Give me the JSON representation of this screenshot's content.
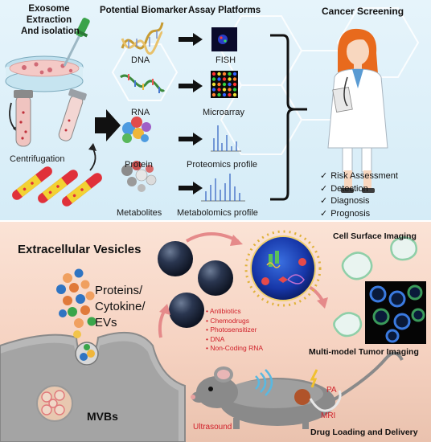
{
  "top": {
    "exosome_heading": [
      "Exosome",
      "Extraction",
      "And isolation"
    ],
    "centrifugation": "Centrifugation",
    "biomarker_heading": "Potential Biomarker",
    "assay_heading": "Assay Platforms",
    "screening_heading": "Cancer Screening",
    "biomarkers": [
      "DNA",
      "RNA",
      "Protein",
      "Metabolites"
    ],
    "assays": [
      "FISH",
      "Microarray",
      "Proteomics profile",
      "Metabolomics profile"
    ],
    "screening_steps": [
      "Risk Assessment",
      "Detection",
      "Diagnosis",
      "Prognosis"
    ]
  },
  "bottom": {
    "ev_heading": "Extracellular Vesicles",
    "cargo_label": [
      "Proteins/",
      "Cytokine/",
      "EVs"
    ],
    "mvbs": "MVBs",
    "loaded_cargo": [
      "Antibiotics",
      "Chemodrugs",
      "Photosensitizer",
      "DNA",
      "Non-Coding RNA"
    ],
    "cell_surface": "Cell Surface Imaging",
    "multimodel": "Multi-model Tumor Imaging",
    "pa": "PA",
    "mri": "MRI",
    "ultrasound": "Ultrasound",
    "drug_loading": "Drug Loading and Delivery"
  },
  "colors": {
    "top_bg": "#e6f4fb",
    "bottom_bg": "#fbe3d6",
    "cargo_red": "#d0202a",
    "arrow_black": "#111111",
    "ev_sphere": "#1f2d44",
    "cell_ring": "#4a9ad8"
  },
  "icons": [
    "petri-dish-icon",
    "pipette-icon",
    "test-tube-icon",
    "dna-helix-icon",
    "rna-strand-icon",
    "protein-icon",
    "metabolite-icon",
    "fish-image-icon",
    "microarray-icon",
    "spectrum-chart-icon",
    "doctor-icon",
    "mouse-icon",
    "nanoparticle-icon",
    "cell-image-icon"
  ]
}
